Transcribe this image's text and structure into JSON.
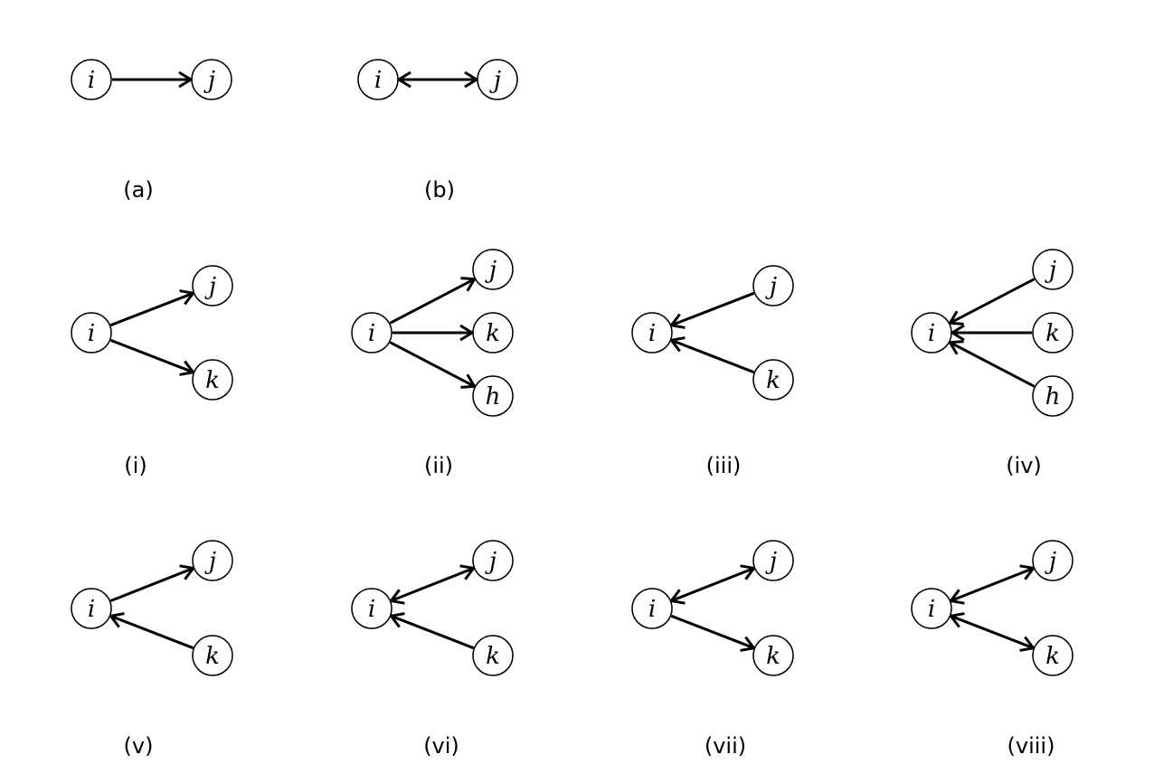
{
  "colors": {
    "stroke": "#000000",
    "node_fill": "#ffffff",
    "background": "#ffffff"
  },
  "panels": [
    {
      "id": "a",
      "label": "(a)",
      "nodes": [
        {
          "id": "i",
          "label": "i"
        },
        {
          "id": "j",
          "label": "j"
        }
      ],
      "edges": [
        {
          "from": "i",
          "to": "j",
          "direction": "forward"
        }
      ]
    },
    {
      "id": "b",
      "label": "(b)",
      "nodes": [
        {
          "id": "i",
          "label": "i"
        },
        {
          "id": "j",
          "label": "j"
        }
      ],
      "edges": [
        {
          "from": "i",
          "to": "j",
          "direction": "both"
        }
      ]
    },
    {
      "id": "i",
      "label": "(i)",
      "nodes": [
        {
          "id": "i",
          "label": "i"
        },
        {
          "id": "j",
          "label": "j"
        },
        {
          "id": "k",
          "label": "k"
        }
      ],
      "edges": [
        {
          "from": "i",
          "to": "j",
          "direction": "forward"
        },
        {
          "from": "i",
          "to": "k",
          "direction": "forward"
        }
      ]
    },
    {
      "id": "ii",
      "label": "(ii)",
      "nodes": [
        {
          "id": "i",
          "label": "i"
        },
        {
          "id": "j",
          "label": "j"
        },
        {
          "id": "k",
          "label": "k"
        },
        {
          "id": "h",
          "label": "h"
        }
      ],
      "edges": [
        {
          "from": "i",
          "to": "j",
          "direction": "forward"
        },
        {
          "from": "i",
          "to": "k",
          "direction": "forward"
        },
        {
          "from": "i",
          "to": "h",
          "direction": "forward"
        }
      ]
    },
    {
      "id": "iii",
      "label": "(iii)",
      "nodes": [
        {
          "id": "i",
          "label": "i"
        },
        {
          "id": "j",
          "label": "j"
        },
        {
          "id": "k",
          "label": "k"
        }
      ],
      "edges": [
        {
          "from": "j",
          "to": "i",
          "direction": "forward"
        },
        {
          "from": "k",
          "to": "i",
          "direction": "forward"
        }
      ]
    },
    {
      "id": "iv",
      "label": "(iv)",
      "nodes": [
        {
          "id": "i",
          "label": "i"
        },
        {
          "id": "j",
          "label": "j"
        },
        {
          "id": "k",
          "label": "k"
        },
        {
          "id": "h",
          "label": "h"
        }
      ],
      "edges": [
        {
          "from": "j",
          "to": "i",
          "direction": "forward"
        },
        {
          "from": "k",
          "to": "i",
          "direction": "forward"
        },
        {
          "from": "h",
          "to": "i",
          "direction": "forward"
        }
      ]
    },
    {
      "id": "v",
      "label": "(v)",
      "nodes": [
        {
          "id": "i",
          "label": "i"
        },
        {
          "id": "j",
          "label": "j"
        },
        {
          "id": "k",
          "label": "k"
        }
      ],
      "edges": [
        {
          "from": "i",
          "to": "j",
          "direction": "forward"
        },
        {
          "from": "k",
          "to": "i",
          "direction": "forward"
        }
      ]
    },
    {
      "id": "vi",
      "label": "(vi)",
      "nodes": [
        {
          "id": "i",
          "label": "i"
        },
        {
          "id": "j",
          "label": "j"
        },
        {
          "id": "k",
          "label": "k"
        }
      ],
      "edges": [
        {
          "from": "i",
          "to": "j",
          "direction": "both"
        },
        {
          "from": "k",
          "to": "i",
          "direction": "forward"
        }
      ]
    },
    {
      "id": "vii",
      "label": "(vii)",
      "nodes": [
        {
          "id": "i",
          "label": "i"
        },
        {
          "id": "j",
          "label": "j"
        },
        {
          "id": "k",
          "label": "k"
        }
      ],
      "edges": [
        {
          "from": "i",
          "to": "j",
          "direction": "both"
        },
        {
          "from": "i",
          "to": "k",
          "direction": "forward"
        }
      ]
    },
    {
      "id": "viii",
      "label": "(viii)",
      "nodes": [
        {
          "id": "i",
          "label": "i"
        },
        {
          "id": "j",
          "label": "j"
        },
        {
          "id": "k",
          "label": "k"
        }
      ],
      "edges": [
        {
          "from": "i",
          "to": "j",
          "direction": "both"
        },
        {
          "from": "i",
          "to": "k",
          "direction": "both"
        }
      ]
    }
  ]
}
